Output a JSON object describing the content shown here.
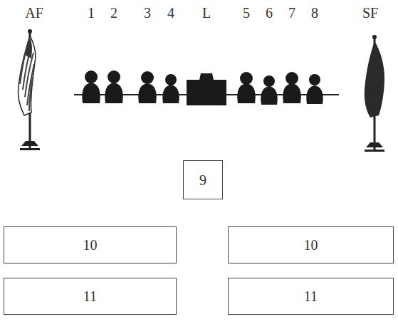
{
  "diagram": {
    "nodes": [
      {
        "text": [
          "9"
        ]
      },
      {
        "text": [
          "10"
        ]
      },
      {
        "text": [
          "10"
        ]
      },
      {
        "text": [
          "11"
        ]
      },
      {
        "text": [
          "11"
        ]
      }
    ],
    "labels": [
      "AF",
      "1",
      "2",
      "3",
      "4",
      "L",
      "5",
      "6",
      "7",
      "8",
      "SF"
    ]
  }
}
